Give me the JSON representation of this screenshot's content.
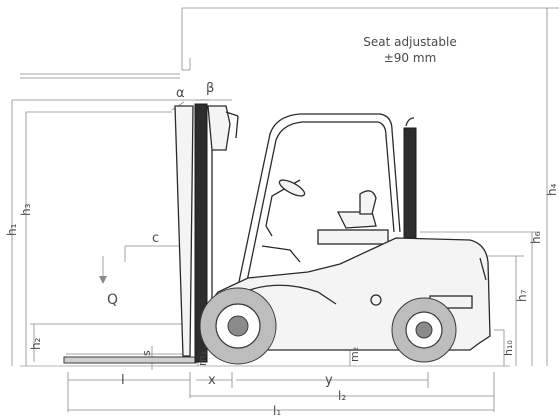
{
  "seat_note": {
    "line1": "Seat adjustable",
    "line2": "±90 mm"
  },
  "dimension_labels": {
    "alpha": "α",
    "beta": "β",
    "h1": "h₁",
    "h3": "h₃",
    "h4": "h₄",
    "h6": "h₆",
    "h7": "h₇",
    "h2": "h₂",
    "h10": "h₁₀",
    "c": "c",
    "Q": "Q",
    "s": "s",
    "m1": "m₁",
    "m2": "m₂",
    "l": "l",
    "x": "x",
    "y": "y",
    "l2": "l₂",
    "l1": "l₁"
  },
  "colors": {
    "line": "#2a2a2a",
    "dimension": "#8a8a8a",
    "label": "#4a4a4a",
    "mast_dark": "#2d2d2d",
    "wheel_fill": "#bdbdbd"
  }
}
